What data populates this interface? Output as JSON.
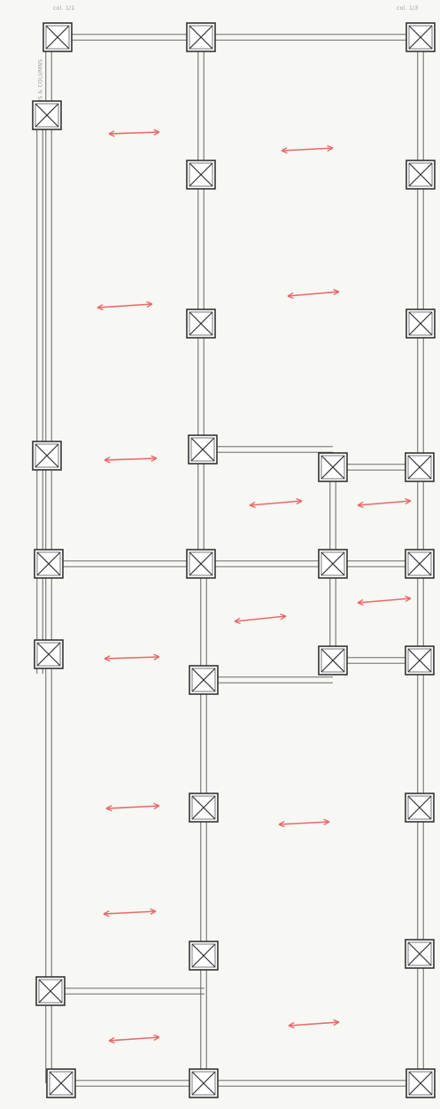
{
  "drawing": {
    "side_note": "BEAMS & COLUMNS",
    "top_left_note": "col. 1/1",
    "top_right_note": "col. 1/3"
  },
  "colors": {
    "line": "#555555",
    "column_fill": "#ffffff",
    "arrow": "#e86a6a",
    "background": "#f7f7f4"
  },
  "layout_elements": {
    "columns": "square column markers with X cross",
    "beams": "double-line beams",
    "arrows": "red double-headed span arrows"
  }
}
